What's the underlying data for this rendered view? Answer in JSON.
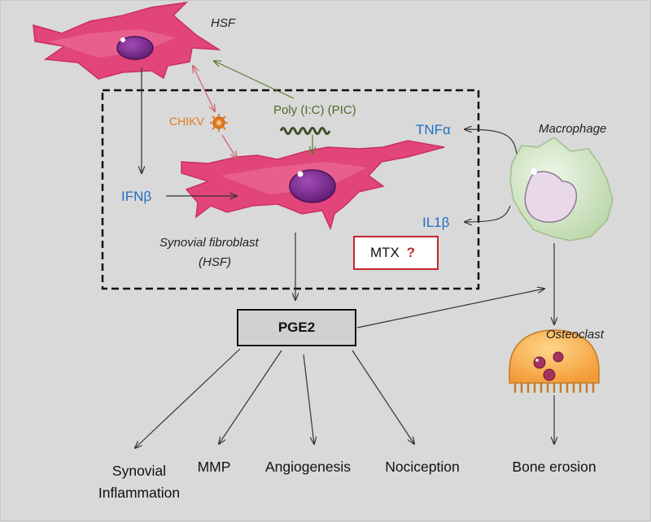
{
  "labels": {
    "hsf_top": "HSF",
    "chikv": "CHIKV",
    "poly_ic": "Poly (I:C) (PIC)",
    "tnfa": "TNFα",
    "macrophage": "Macrophage",
    "ifnb": "IFNβ",
    "il1b": "IL1β",
    "fibroblast_name": "Synovial fibroblast",
    "fibroblast_abbr": "(HSF)",
    "mtx": "MTX",
    "mtx_q": "?",
    "pge2": "PGE2",
    "osteoclast": "Osteoclast"
  },
  "outcomes": {
    "synovial_line1": "Synovial",
    "synovial_line2": "Inflammation",
    "mmp": "MMP",
    "angiogenesis": "Angiogenesis",
    "nociception": "Nociception",
    "bone_erosion": "Bone erosion"
  },
  "colors": {
    "background": "#d9d9d9",
    "cell_pink": "#e2457a",
    "nucleus_purple": "#7a2a8c",
    "macrophage_green": "#cfe3c4",
    "osteoclast_orange": "#f7ad4b",
    "chikv_orange": "#e07b22",
    "poly_green": "#4e6b2a",
    "label_blue": "#1f6fc5",
    "mtx_red": "#c0282d"
  }
}
